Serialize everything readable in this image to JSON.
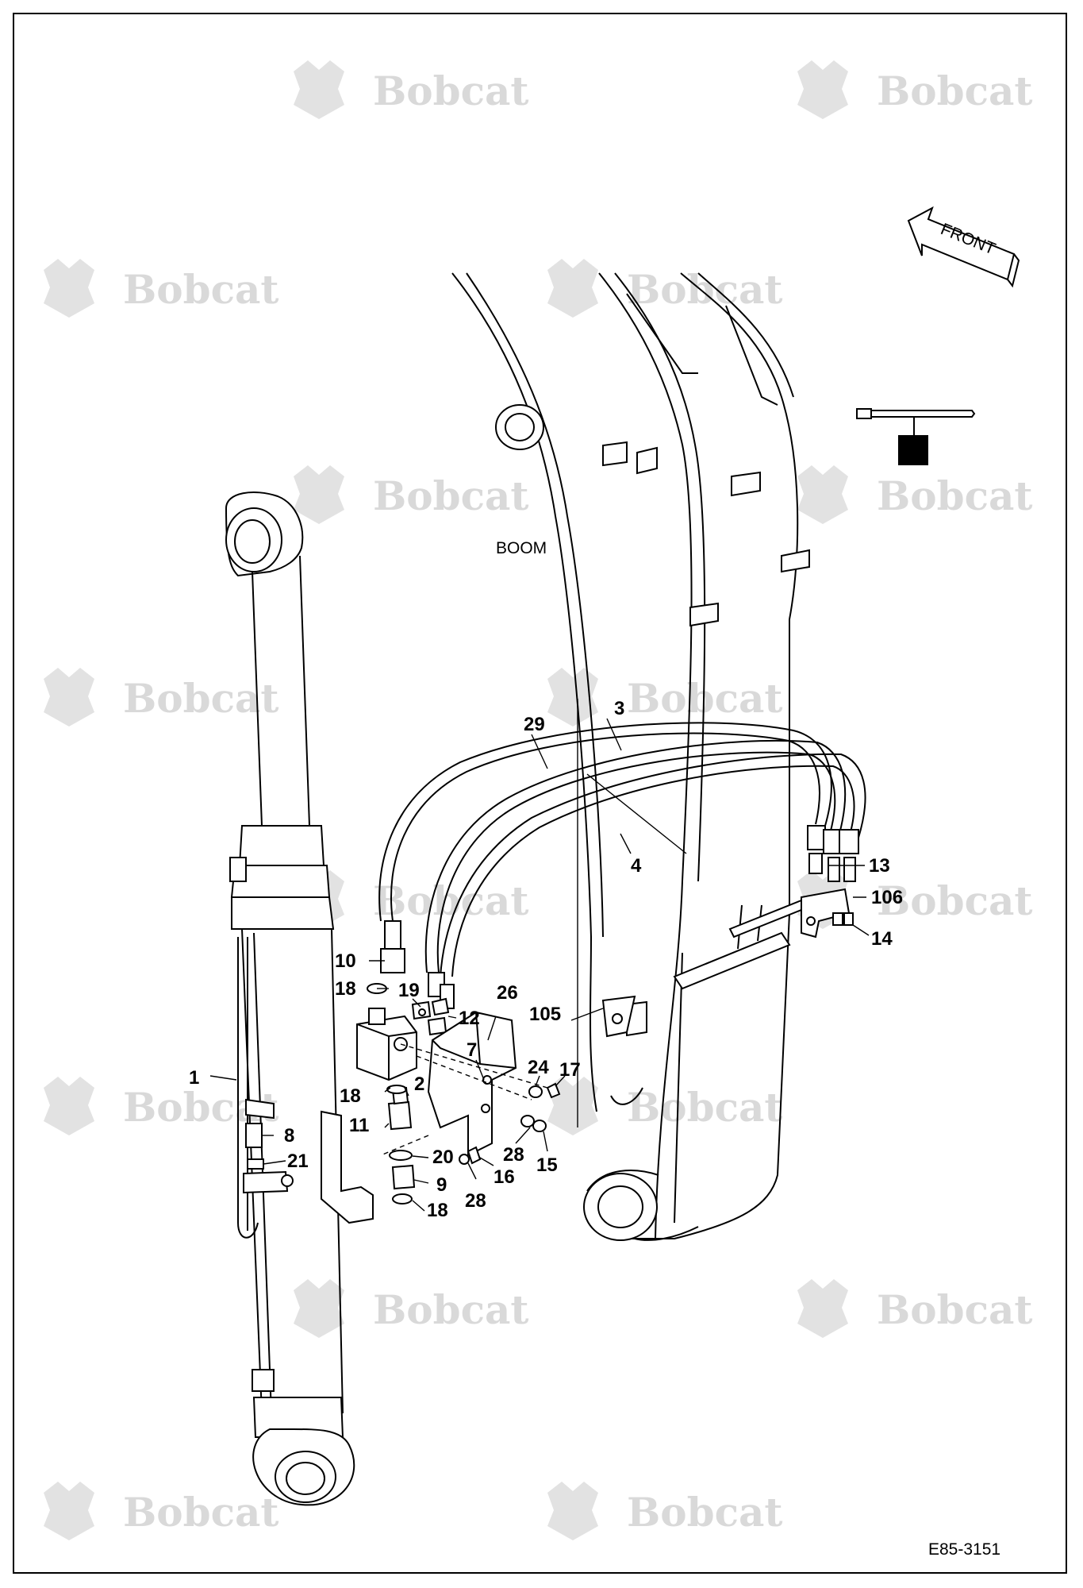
{
  "diagram": {
    "watermark_text": "Bobcat",
    "front_label": "FRONT",
    "boom_label": "BOOM",
    "figure_code": "E85-3151",
    "callouts": {
      "c1": "1",
      "c2": "2",
      "c3": "3",
      "c4": "4",
      "c7": "7",
      "c8": "8",
      "c9": "9",
      "c10": "10",
      "c11": "11",
      "c12": "12",
      "c13": "13",
      "c14": "14",
      "c15": "15",
      "c16": "16",
      "c17": "17",
      "c18a": "18",
      "c18b": "18",
      "c18c": "18",
      "c19": "19",
      "c20": "20",
      "c21": "21",
      "c24": "24",
      "c26": "26",
      "c28a": "28",
      "c28b": "28",
      "c29": "29",
      "c105": "105",
      "c106": "106"
    }
  }
}
